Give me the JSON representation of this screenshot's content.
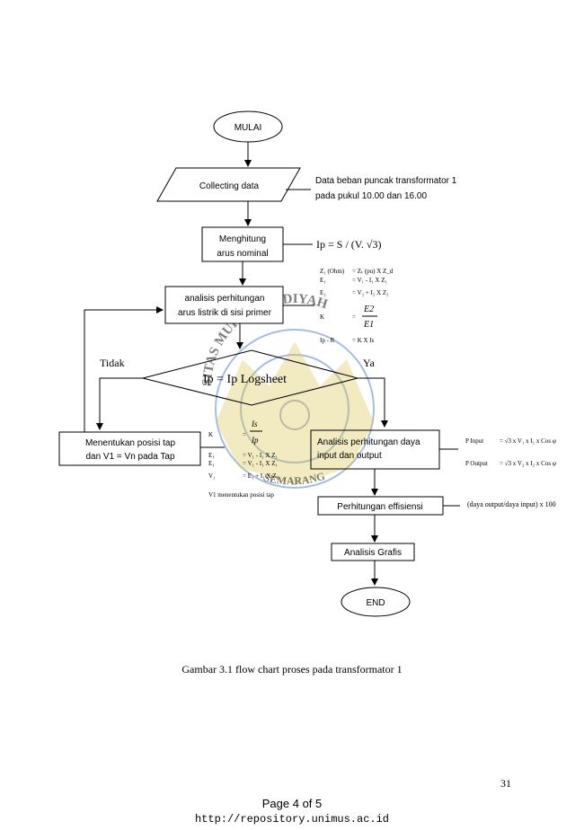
{
  "flowchart": {
    "start_label": "MULAI",
    "collect_label": "Collecting data",
    "collect_note_line1": "Data beban puncak transformator 1",
    "collect_note_line2": "pada pukul 10.00 dan 16.00",
    "nominal_line1": "Menghitung",
    "nominal_line2": "arus nominal",
    "nominal_formula": "Ip = S / (V. √3)",
    "primary_line1": "analisis perhitungan",
    "primary_line2": "arus listrik di sisi primer",
    "primary_formulas": {
      "z_label": "Z₁ (Ohm)",
      "z_eq": "= Zₜ (pu) X Z_d",
      "e1_label": "E₁",
      "e1_eq": "= V₁ - I₁ X Z₁",
      "e2_label": "E₂",
      "e2_eq": "= V₂ + I₂ X Z₂",
      "k_label": "K",
      "k_num": "E2",
      "k_den": "E1",
      "is_label": "Ip - R",
      "is_eq": "= K X Is"
    },
    "decision_label": "Ip = Ip Logsheet",
    "no_label": "Tidak",
    "yes_label": "Ya",
    "tap_line1": "Menentukan posisi tap",
    "tap_line2": "dan V1 = Vn pada Tap",
    "tap_formulas": {
      "k_label": "K",
      "k_num": "Is",
      "k_den": "Ip",
      "e1_label": "E₁",
      "e1_eq": "= V₁ - I₁ X Z₁",
      "e2_label": "E₁",
      "e2_eq": "= V₁ - I₁ X Z₁",
      "v_label": "V₁",
      "v_eq": "= E₁ + I₁ X Z₁",
      "note": "V1 menentukan posisi tap"
    },
    "power_line1": "Analisis perhitungan daya",
    "power_line2": "input dan output",
    "p_input_label": "P Input",
    "p_input_eq": "= √3 x V₁ x I₁ x Cos φ",
    "p_output_label": "P Output",
    "p_output_eq": "= √3 x V₂ x I₂ x Cos φ",
    "eff_label": "Perhitungan effisiensi",
    "eff_formula": "(daya output/daya input) x 100",
    "graph_label": "Analisis Grafis",
    "end_label": "END"
  },
  "watermark": {
    "text_top": "SITAS MUHAMMADIYAH",
    "text_bottom": "SEMARANG"
  },
  "caption": "Gambar 3.1 flow chart proses pada transformator 1",
  "page_number": "31",
  "footer_page": "Page 4 of 5",
  "footer_url": "http://repository.unimus.ac.id"
}
